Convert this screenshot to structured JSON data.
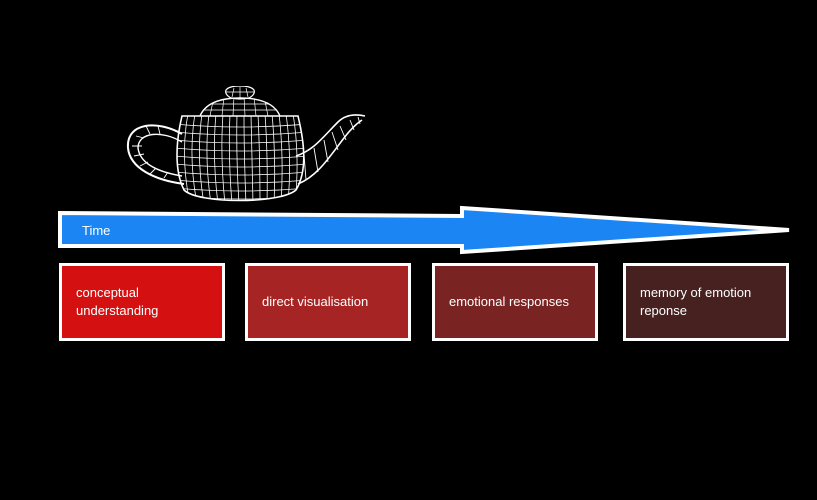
{
  "diagram": {
    "arrow": {
      "label": "Time",
      "color": "#1b85f4",
      "outline_color": "#ffffff"
    },
    "illustration": {
      "icon": "wireframe-teapot-icon"
    },
    "stages": [
      {
        "label": "conceptual understanding",
        "color": "#d51011"
      },
      {
        "label": "direct visualisation",
        "color": "#a72425"
      },
      {
        "label": "emotional responses",
        "color": "#7a2323"
      },
      {
        "label": "memory of emotion reponse",
        "color": "#472020"
      }
    ]
  }
}
